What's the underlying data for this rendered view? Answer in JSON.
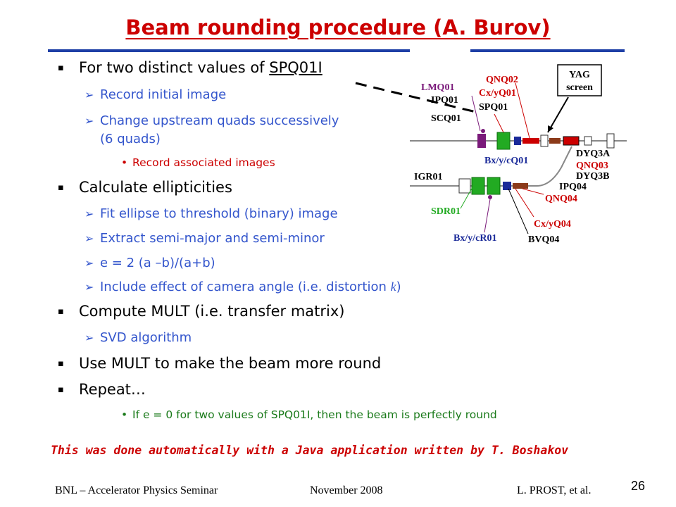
{
  "slide": {
    "title": "Beam rounding procedure (A. Burov)",
    "page_number": "26"
  },
  "bullets": {
    "b1_text": "For two distinct values of ",
    "b1_underlined": "SPQ01I",
    "b1_sub1": "Record initial image",
    "b1_sub2_line1": "Change upstream quads successively",
    "b1_sub2_line2": "(6 quads)",
    "b1_sub2_detail": "Record associated images",
    "b2_text": "Calculate ellipticities",
    "b2_sub1": "Fit ellipse to threshold (binary) image",
    "b2_sub2": "Extract semi-major and semi-minor",
    "b2_sub3": "e = 2 (a –b)/(a+b)",
    "b2_sub4_prefix": "Include effect of camera angle (i.e. distortion ",
    "b2_sub4_k": "k",
    "b2_sub4_suffix": ")",
    "b3_text": "Compute MULT (i.e. transfer matrix)",
    "b3_sub1": "SVD algorithm",
    "b4_text": "Use MULT to make the beam more round",
    "b5_text": "Repeat…",
    "b5_detail": "If e = 0 for two values of SPQ01I, then the beam is perfectly round"
  },
  "bullet_markers": {
    "level1": "▪",
    "level2": "➢",
    "level3": "•"
  },
  "note": "This was done automatically with a Java application written by T. Boshakov",
  "footer": {
    "left": "BNL – Accelerator Physics Seminar",
    "center": "November 2008",
    "right": "L. PROST, et al."
  },
  "diagram": {
    "yag_line1": "YAG",
    "yag_line2": "screen",
    "labels": {
      "lmq01": "LMQ01",
      "ipq01": "IPQ01",
      "scq01": "SCQ01",
      "qnq02": "QNQ02",
      "cxyq01": "Cx/yQ01",
      "spq01": "SPQ01",
      "dyq3a": "DYQ3A",
      "bxycq01": "Bx/y/cQ01",
      "qnq03": "QNQ03",
      "dyq3b": "DYQ3B",
      "igr01": "IGR01",
      "ipq04": "IPQ04",
      "qnq04": "QNQ04",
      "sdr01": "SDR01",
      "cxyq04": "Cx/yQ04",
      "bxycr01": "Bx/y/cR01",
      "bvq04": "BVQ04"
    },
    "colors": {
      "purple": "#7a1a7a",
      "red": "#cc0000",
      "green": "#22aa22",
      "blue": "#1a2a99",
      "black": "#000000"
    }
  }
}
